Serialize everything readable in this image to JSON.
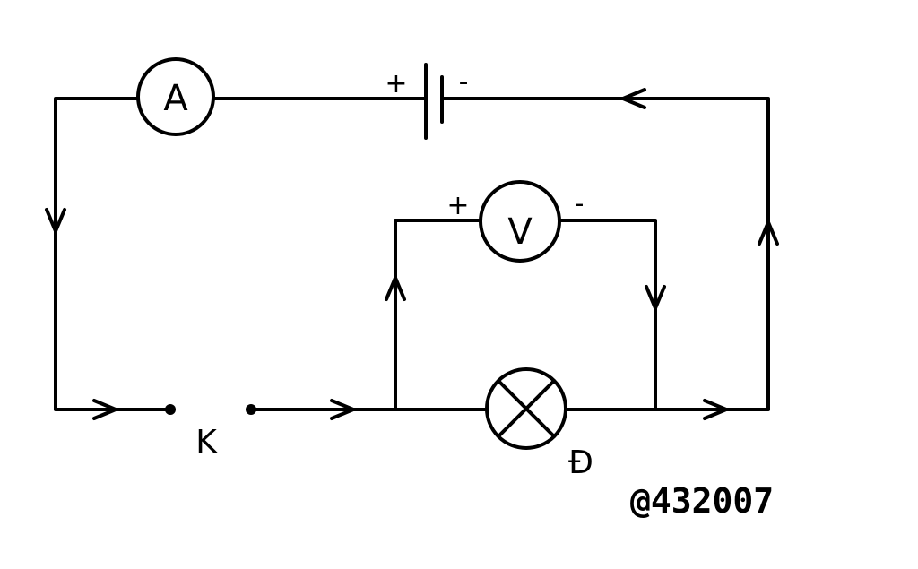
{
  "diagram": {
    "ammeter": {
      "symbol": "A"
    },
    "battery": {
      "positive": "+",
      "negative": "-"
    },
    "voltmeter": {
      "symbol": "V",
      "positive": "+",
      "negative": "-"
    },
    "switch": {
      "label": "K"
    },
    "lamp": {
      "label": "Đ"
    },
    "watermark": "@432007"
  }
}
